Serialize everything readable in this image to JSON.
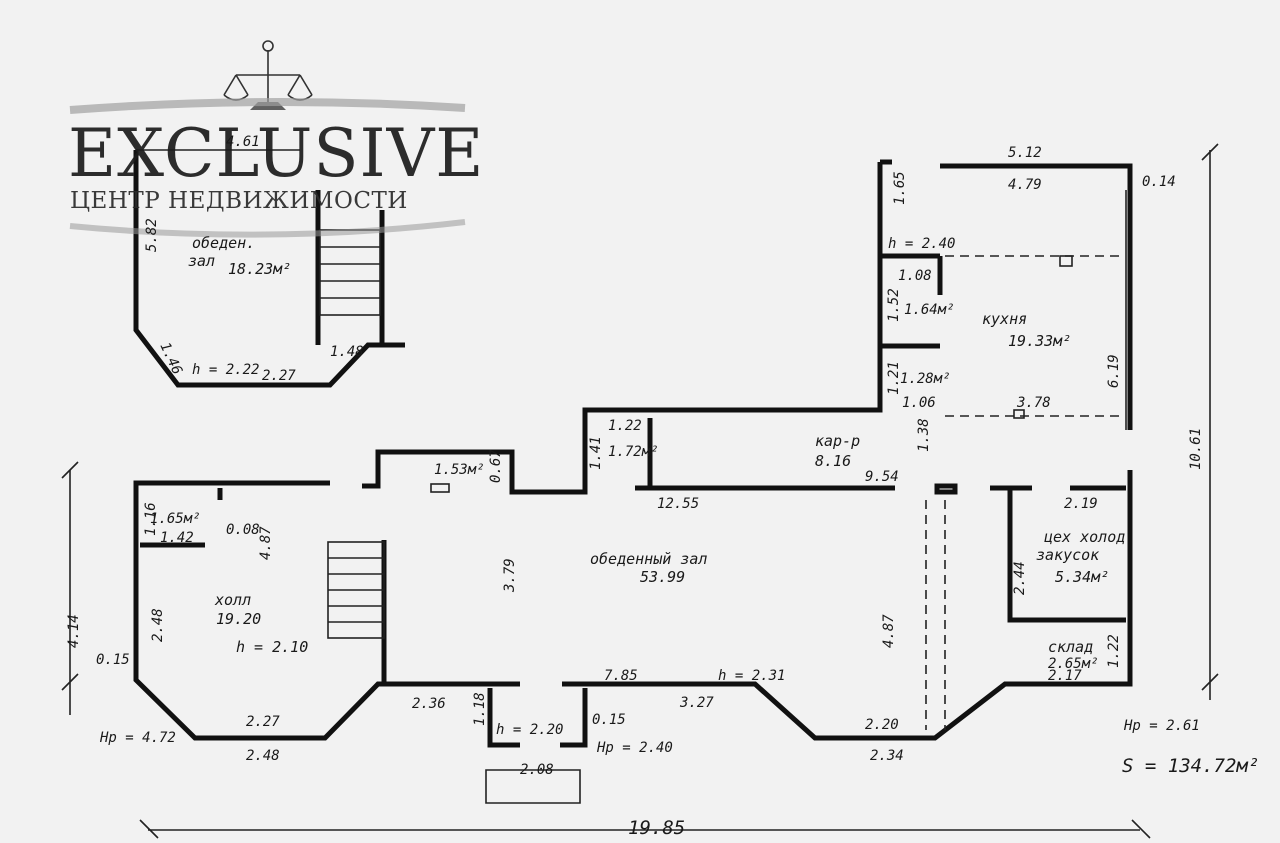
{
  "logo": {
    "title": "EXCLUSIVE",
    "subtitle": "ЦЕНТР НЕДВИЖИМОСТИ",
    "icon": "scales-icon"
  },
  "rooms": {
    "dining_small": {
      "name_line1": "обеден.",
      "name_line2": "зал",
      "area": "18.23м²"
    },
    "kitchen": {
      "name": "кухня",
      "area": "19.33м²"
    },
    "corridor": {
      "name": "кар-р",
      "area": "8.16"
    },
    "dining_main": {
      "name": "обеденный зал",
      "area": "53.99"
    },
    "hall": {
      "name": "холл",
      "area": "19.20",
      "height": "h = 2.10"
    },
    "snack_shop": {
      "name_line1": "цех холод",
      "name_line2": "закусок",
      "area": "5.34м²"
    },
    "storage": {
      "name": "склад",
      "area": "2.65м²"
    },
    "small_a": "1.64м²",
    "small_b": "1.28м²",
    "small_c": "1.53м²",
    "small_d": "1.72м²",
    "small_e": "1.65м²"
  },
  "dimensions": {
    "top_outer": "5.12",
    "top_inner": "4.79",
    "right_small": "0.14",
    "d_165": "1.65",
    "h_240": "h = 2.40",
    "d_108": "1.08",
    "d_152": "1.52",
    "d_121": "1.21",
    "d_106": "1.06",
    "d_378": "3.78",
    "d_619": "6.19",
    "d_1061": "10.61",
    "d_138": "1.38",
    "d_954": "9.54",
    "d_1255": "12.55",
    "d_122a": "1.22",
    "d_141": "1.41",
    "d_067": "0.67",
    "d_219": "2.19",
    "d_244": "2.44",
    "d_122b": "1.22",
    "d_217": "2.17",
    "d_487a": "4.87",
    "d_379": "3.79",
    "d_785": "7.85",
    "h_231": "h = 2.31",
    "d_327": "3.27",
    "d_220": "2.20",
    "d_234": "2.34",
    "hp_261": "Нр = 2.61",
    "total_area": "S = 134.72м²",
    "d_1985": "19.85",
    "d_236": "2.36",
    "d_118": "1.18",
    "h_220": "h = 2.20",
    "d_015b": "0.15",
    "hp_240": "Нр = 2.40",
    "d_208": "2.08",
    "d_227b": "2.27",
    "d_248b": "2.48",
    "hp_472": "Нр = 4.72",
    "d_015a": "0.15",
    "d_248a": "2.48",
    "d_414": "4.14",
    "d_116": "1.16",
    "d_142": "1.42",
    "d_008": "0.08",
    "d_487b": "4.87",
    "d_461": "4.61",
    "d_582": "5.82",
    "d_146": "1.46",
    "h_222": "h = 2.22",
    "d_227a": "2.27",
    "d_148": "1.48"
  }
}
